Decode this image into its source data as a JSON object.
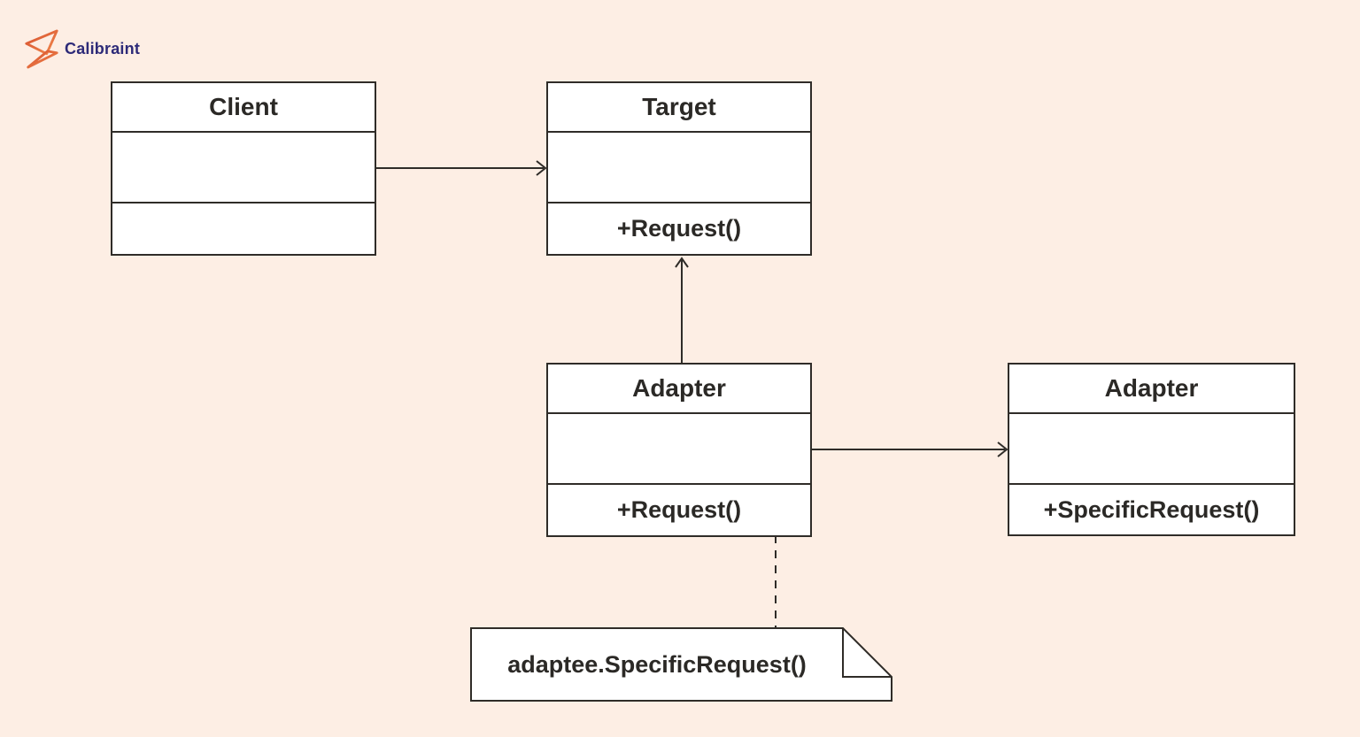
{
  "brand": {
    "name": "Calibraint",
    "name_color": "#2D2A78",
    "icon": "calibraint-zigzag-logo",
    "icon_color_start": "#D54C2B",
    "icon_color_end": "#F28C4F"
  },
  "colors": {
    "background": "#FDEEE4",
    "box_fill": "#FFFFFF",
    "line": "#2F2C28",
    "text": "#2B2926"
  },
  "diagram": {
    "classes": [
      {
        "title": "Client",
        "attributes": "",
        "methods": ""
      },
      {
        "title": "Target",
        "attributes": "",
        "methods": "+Request()"
      },
      {
        "title": "Adapter",
        "attributes": "",
        "methods": "+Request()"
      },
      {
        "title": "Adapter",
        "attributes": "",
        "methods": "+SpecificRequest()"
      }
    ],
    "note": {
      "text": "adaptee.SpecificRequest()"
    },
    "connections": [
      {
        "from": "Client",
        "to": "Target",
        "style": "solid-open-arrow"
      },
      {
        "from": "Adapter",
        "to": "Target",
        "style": "solid-open-arrow"
      },
      {
        "from": "Adapter",
        "to": "Adapter",
        "style": "solid-open-arrow"
      },
      {
        "from": "Adapter.+Request()",
        "to": "note",
        "style": "dashed-line"
      }
    ]
  }
}
